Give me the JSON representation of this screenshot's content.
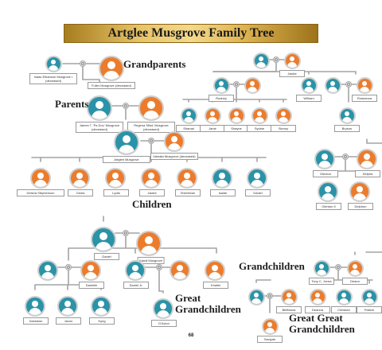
{
  "title": "Artglee Musgrove Family Tree",
  "page_number": "68",
  "headings": {
    "grandparents": "Grandparents",
    "parents": "Parents",
    "children": "Children",
    "grandchildren": "Grandchildren",
    "great_line1": "Great",
    "great_line2": "Grandchildren",
    "greatgreat_line1": "Great Great",
    "greatgreat_line2": "Grandchildren"
  },
  "colors": {
    "male": "#2a93a8",
    "female": "#ec7c2c",
    "line": "#9e9e9e",
    "banner": "#d9ad4a"
  },
  "people": [
    {
      "id": "gpa",
      "gender": "m",
      "name": "Isaac Elbanson Musgrove I (deceased)",
      "size": "sm"
    },
    {
      "id": "gma",
      "gender": "f",
      "name": "Fuller Musgrove (deceased)",
      "size": "lg"
    },
    {
      "id": "james",
      "gender": "m",
      "name": "James T. 'Pa Doc' Musgrove (deceased)",
      "size": "lg"
    },
    {
      "id": "regena",
      "gender": "f",
      "name": "Regena 'Miss' Musgrove (deceased)",
      "size": "lg"
    },
    {
      "id": "artglee",
      "gender": "m",
      "name": "Artglee Musgrove",
      "size": "lg"
    },
    {
      "id": "ideeata",
      "gender": "f",
      "name": "Ideeata Musgrove (deceased)",
      "size": "md"
    },
    {
      "id": "deisha",
      "gender": "f",
      "name": "Deisha Stephenson",
      "size": "md"
    },
    {
      "id": "gloria",
      "gender": "f",
      "name": "Gloria",
      "size": "md"
    },
    {
      "id": "lydia",
      "gender": "f",
      "name": "Lydia",
      "size": "md"
    },
    {
      "id": "jackie",
      "gender": "f",
      "name": "Jackie",
      "size": "md"
    },
    {
      "id": "sherelean",
      "gender": "f",
      "name": "Sherelean",
      "size": "md"
    },
    {
      "id": "isaiah",
      "gender": "m",
      "name": "Isaiah",
      "size": "md"
    },
    {
      "id": "daniel",
      "gender": "m",
      "name": "Daniel",
      "size": "md"
    },
    {
      "id": "r-m",
      "gender": "m",
      "name": "",
      "size": "sm"
    },
    {
      "id": "r-jackie",
      "gender": "f",
      "name": "Jackie",
      "size": "sm"
    },
    {
      "id": "rodney",
      "gender": "m",
      "name": "Rodney",
      "size": "sm"
    },
    {
      "id": "rod-wife",
      "gender": "f",
      "name": "",
      "size": "sm"
    },
    {
      "id": "wilham",
      "gender": "m",
      "name": "Wilham",
      "size": "sm"
    },
    {
      "id": "r-hus",
      "gender": "m",
      "name": "",
      "size": "sm"
    },
    {
      "id": "roseanna",
      "gender": "f",
      "name": "Roseanna",
      "size": "sm"
    },
    {
      "id": "shamal",
      "gender": "m",
      "name": "Shamal",
      "size": "sm"
    },
    {
      "id": "jamir",
      "gender": "f",
      "name": "Jamir",
      "size": "sm"
    },
    {
      "id": "shayne",
      "gender": "f",
      "name": "Shayne",
      "size": "sm"
    },
    {
      "id": "sydnie",
      "gender": "f",
      "name": "Sydnie",
      "size": "sm"
    },
    {
      "id": "sienny",
      "gender": "f",
      "name": "Sienny",
      "size": "sm"
    },
    {
      "id": "bryson",
      "gender": "m",
      "name": "Bryson",
      "size": "sm"
    },
    {
      "id": "glenton",
      "gender": "m",
      "name": "Glenton",
      "size": "md"
    },
    {
      "id": "delpha",
      "gender": "f",
      "name": "Delpha",
      "size": "md"
    },
    {
      "id": "glentonii",
      "gender": "m",
      "name": "Glenton II",
      "size": "md"
    },
    {
      "id": "delphon",
      "gender": "f",
      "name": "Delphon",
      "size": "md"
    },
    {
      "id": "daniel-s",
      "gender": "m",
      "name": "Daniel",
      "size": "lg"
    },
    {
      "id": "kandi",
      "gender": "f",
      "name": "Kandi Musgrove",
      "size": "lg"
    },
    {
      "id": "c-m",
      "gender": "m",
      "name": "",
      "size": "md"
    },
    {
      "id": "danielle",
      "gender": "f",
      "name": "Danielle",
      "size": "md"
    },
    {
      "id": "danieljr",
      "gender": "m",
      "name": "Daniel Jr.",
      "size": "md"
    },
    {
      "id": "dj-wife",
      "gender": "f",
      "name": "",
      "size": "md"
    },
    {
      "id": "khaliel",
      "gender": "f",
      "name": "Khaliel",
      "size": "md"
    },
    {
      "id": "dashawn",
      "gender": "m",
      "name": "Dashawn",
      "size": "md"
    },
    {
      "id": "javon",
      "gender": "m",
      "name": "Javon",
      "size": "md"
    },
    {
      "id": "kyng",
      "gender": "m",
      "name": "Kyng",
      "size": "md"
    },
    {
      "id": "davion",
      "gender": "m",
      "name": "D'Avion",
      "size": "md"
    },
    {
      "id": "gg-m",
      "gender": "m",
      "name": "Tony C. Jones",
      "size": "sm"
    },
    {
      "id": "deann",
      "gender": "f",
      "name": "Deann",
      "size": "sm"
    },
    {
      "id": "gg-m2",
      "gender": "m",
      "name": "",
      "size": "sm"
    },
    {
      "id": "bleranna",
      "gender": "f",
      "name": "Bleffanna",
      "size": "sm"
    },
    {
      "id": "deanna",
      "gender": "f",
      "name": "Deanna",
      "size": "sm"
    },
    {
      "id": "christian",
      "gender": "m",
      "name": "Christian",
      "size": "sm"
    },
    {
      "id": "patrick",
      "gender": "m",
      "name": "Patrick",
      "size": "sm"
    },
    {
      "id": "saviyah",
      "gender": "f",
      "name": "Saviyah",
      "size": "sm"
    }
  ]
}
